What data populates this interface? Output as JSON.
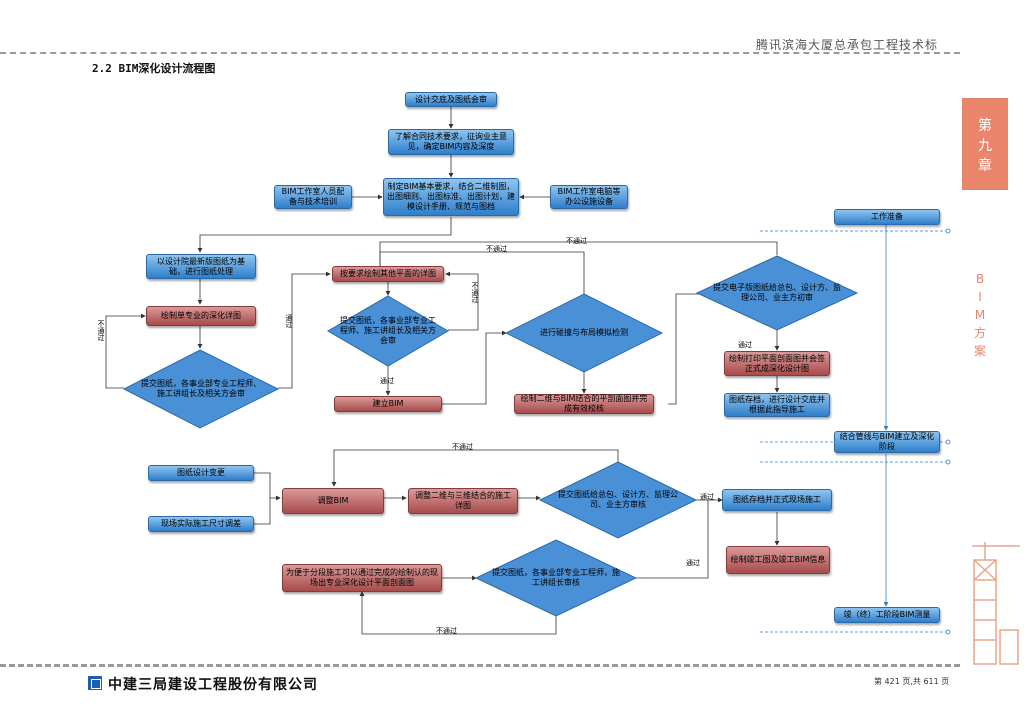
{
  "header": {
    "doc_title": "腾讯滨海大厦总承包工程技术标",
    "section_title": "2.2  BIM深化设计流程图"
  },
  "side": {
    "chapter": [
      "第",
      "九",
      "章"
    ],
    "vertical": [
      "B",
      "I",
      "M",
      "方",
      "案"
    ]
  },
  "footer": {
    "company": "中建三局建设工程股份有限公司",
    "page": "第 421 页,共 611 页"
  },
  "nodes": {
    "n1": "设计交底及图纸会审",
    "n2": "了解合同技术要求，征询业主意见，确定BIM内容及深度",
    "n3": "制定BIM基本要求，结合二维制图，出图细则、出图标准、出图计划，建模设计手册、规范与图档",
    "n_left": "BIM工作室人员配备与技术培训",
    "n_right": "BIM工作室电脑等办公设施设备",
    "a1": "以设计院最新版图纸为基础，进行图纸处理",
    "a2": "绘制单专业的深化详图",
    "a3": "提交图纸，各事业部专业工程师、施工讲组长及相关方会审",
    "b1": "按要求绘制其他平面的详图",
    "b2": "提交图纸，各事业部专业工程师、施工讲组长及相关方会审",
    "b3": "建立BIM",
    "c1": "进行碰撞与布局模拟检测",
    "c2": "绘制二维与BIM结合的平剖面图并完成有效校核",
    "d1": "提交电子版图纸给总包、设计方、监理公司、业主方初审",
    "d2": "绘制打印平面剖面图并会签正式成深化设计图",
    "d3": "图纸存档，进行设计交底并根据此指导施工",
    "e1": "图纸设计变更",
    "e2": "现场实际施工尺寸调差",
    "e3": "调整BIM",
    "e4": "调整二维与三维结合的施工详图",
    "e5": "提交图纸给总包、设计方、监理公司、业主方审核",
    "e6": "图纸存档并正式现场施工",
    "e7": "绘制竣工图及竣工BIM信息",
    "f1": "为便于分段施工可以通过完成的绘制认的现场出专业深化设计平面剖面图",
    "f2": "提交图纸，各事业部专业工程师，施工讲组长审核",
    "g1": "工作准备",
    "g2": "结合管线与BIM建立及深化阶段",
    "g3": "竣（终）工阶段BIM测量"
  },
  "labels": {
    "pass": "通过",
    "fail": "不通过"
  }
}
